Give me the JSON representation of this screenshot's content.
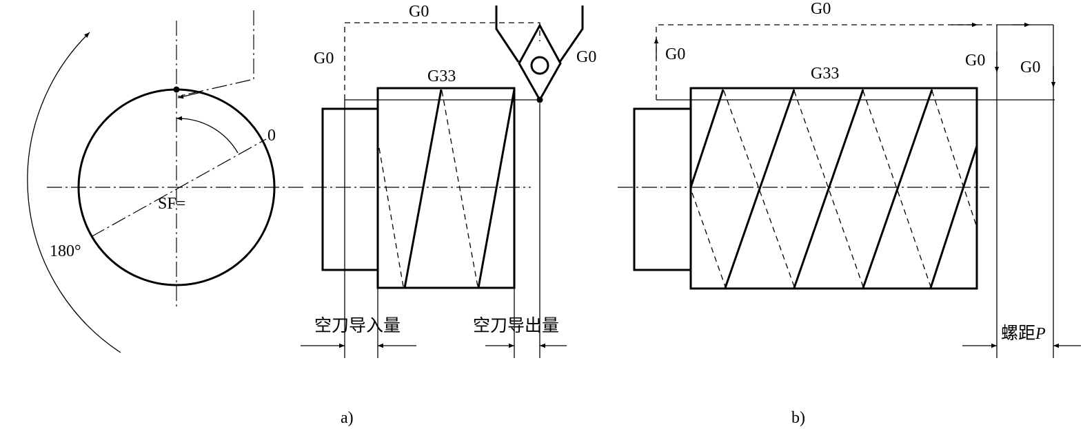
{
  "fig_a": {
    "angle_0": "0",
    "angle_180": "180°",
    "sf": "SF=",
    "g0_top": "G0",
    "g0_left": "G0",
    "g0_tool": "G0",
    "g33": "G33",
    "lead_in": "空刀导入量",
    "lead_out": "空刀导出量",
    "caption": "a)"
  },
  "fig_b": {
    "g0_top": "G0",
    "g0_left": "G0",
    "g0_right1": "G0",
    "g0_right2": "G0",
    "g33": "G33",
    "pitch": "螺距",
    "pitch_symbol": "P",
    "caption": "b)"
  }
}
